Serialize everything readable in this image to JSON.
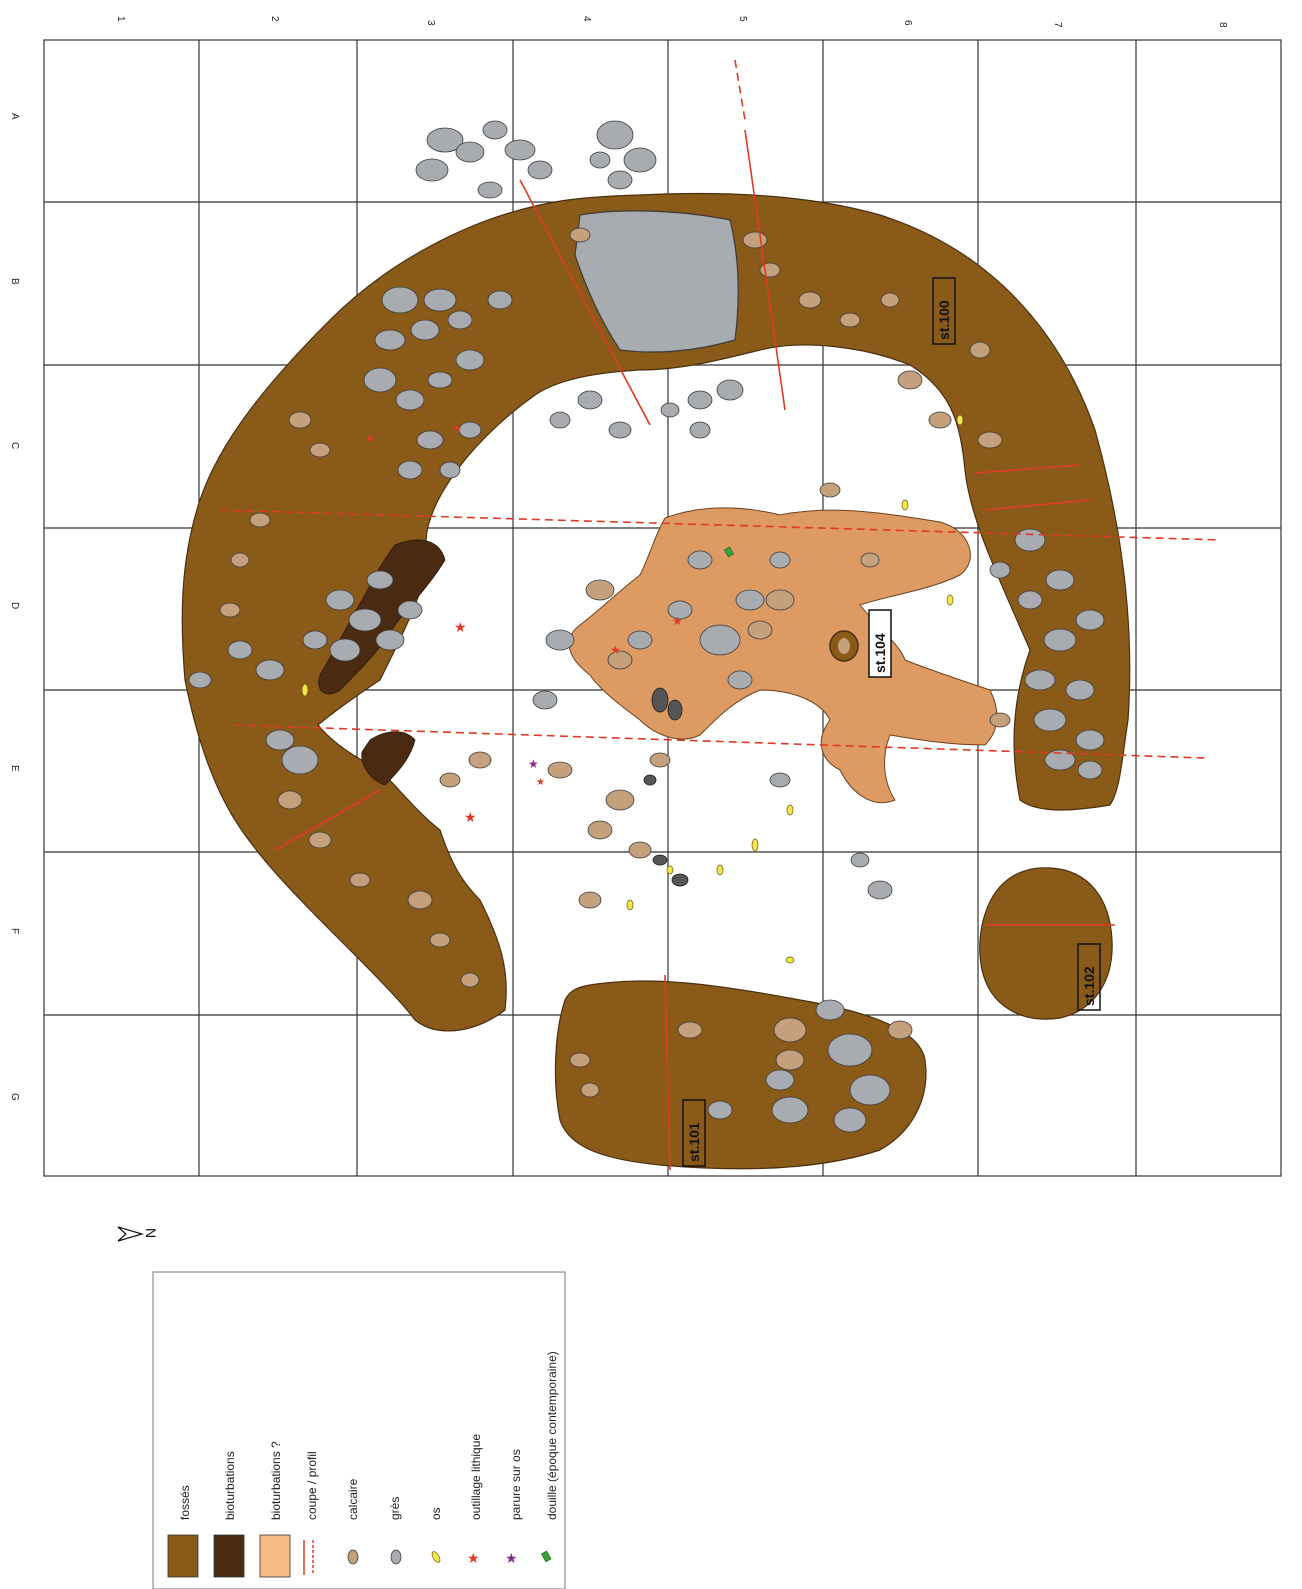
{
  "grid": {
    "column_labels": [
      "1",
      "2",
      "3",
      "4",
      "5",
      "6",
      "7",
      "8"
    ],
    "row_labels": [
      "A",
      "B",
      "C",
      "D",
      "E",
      "F",
      "G"
    ]
  },
  "structures": {
    "st100": "st.100",
    "st101": "st.101",
    "st102": "st.102",
    "st104": "st.104"
  },
  "north_label": "N",
  "legend": {
    "items": [
      {
        "key": "fosses",
        "label": "fossés",
        "color": "#8a5a19"
      },
      {
        "key": "bioturbations",
        "label": "bioturbations",
        "color": "#4a2b12"
      },
      {
        "key": "bioturbations_q",
        "label": "bioturbations ?",
        "color": "#f6be84"
      },
      {
        "key": "coupe",
        "label": "coupe / profil",
        "color": "#e03a25"
      },
      {
        "key": "calcaire",
        "label": "calcaire",
        "color": "#c4a07c"
      },
      {
        "key": "gres",
        "label": "grès",
        "color": "#a8abaf"
      },
      {
        "key": "os",
        "label": "os",
        "color": "#f3e54a"
      },
      {
        "key": "outillage",
        "label": "outillage lithique",
        "color": "#e03a25"
      },
      {
        "key": "parure",
        "label": "parure sur os",
        "color": "#8b2a8a"
      },
      {
        "key": "douille",
        "label": "douille (époque contemporaine)",
        "color": "#35a43a"
      }
    ]
  },
  "colors": {
    "fosse": "#8a5a19",
    "fosse_stroke": "#4a3010",
    "calcaire": "#c4a07c",
    "gres": "#a8abaf",
    "orange_zone": "#dd9a62",
    "bioturbation_dark": "#4a2b12",
    "red": "#e03a25",
    "grid": "#333333"
  }
}
